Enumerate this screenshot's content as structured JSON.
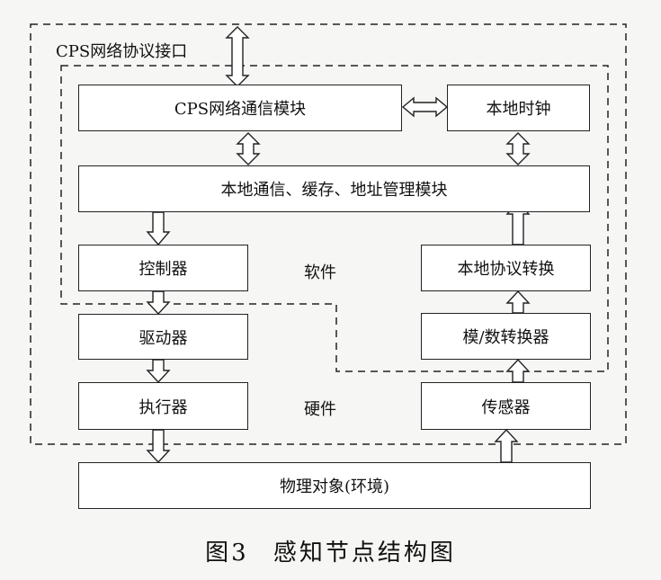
{
  "outer_label": "CPS网络协议接口",
  "software_label": "软件",
  "hardware_label": "硬件",
  "boxes": {
    "cps_comm": "CPS网络通信模块",
    "local_clock": "本地时钟",
    "local_mgmt": "本地通信、缓存、地址管理模块",
    "controller": "控制器",
    "protocol_conv": "本地协议转换",
    "driver": "驱动器",
    "adc": "模/数转换器",
    "actuator": "执行器",
    "sensor": "传感器",
    "physical": "物理对象(环境)"
  },
  "caption": {
    "fig_no": "图3",
    "title": "感知节点结构图"
  }
}
